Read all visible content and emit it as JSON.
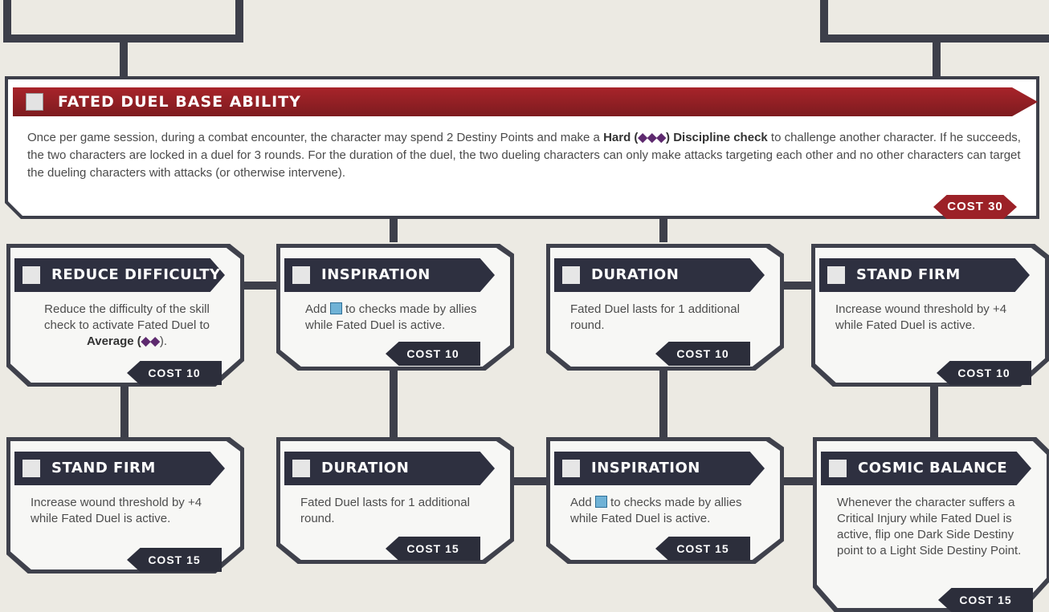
{
  "base": {
    "title": "FATED DUEL BASE ABILITY",
    "desc_1": "Once per game session, during a combat encounter, the character may spend 2 Destiny Points and make a ",
    "check_difficulty": "Hard (",
    "check_dice": "◆◆◆",
    "check_name": ") Discipline check",
    "desc_2": " to challenge another character. If he succeeds, the two characters are locked in a duel for 3 rounds. For the duration of the duel, the two dueling characters can only make attacks targeting each other and no other characters can target the dueling characters with attacks (or otherwise intervene).",
    "cost": "COST 30"
  },
  "cards": [
    {
      "title": "REDUCE DIFFICULTY",
      "text_1": "Reduce the difficulty of the skill check to activate Fated Duel to ",
      "bold": "Average (",
      "dice": "◆◆",
      "text_2": ").",
      "cost": "COST 10"
    },
    {
      "title": "INSPIRATION",
      "text_1": "Add ",
      "dice_icon": "boost-die-icon",
      "text_2": " to checks made by allies while Fated Duel is active.",
      "cost": "COST 10"
    },
    {
      "title": "DURATION",
      "text_1": "Fated Duel lasts for 1 additional round.",
      "cost": "COST 10"
    },
    {
      "title": "STAND FIRM",
      "text_1": "Increase wound threshold by +4 while Fated Duel is active.",
      "cost": "COST 10"
    },
    {
      "title": "STAND FIRM",
      "text_1": "Increase wound threshold by +4 while Fated Duel is active.",
      "cost": "COST 15"
    },
    {
      "title": "DURATION",
      "text_1": "Fated Duel lasts for 1 additional round.",
      "cost": "COST 15"
    },
    {
      "title": "INSPIRATION",
      "text_1": "Add ",
      "dice_icon": "boost-die-icon",
      "text_2": " to checks made by allies while Fated Duel is active.",
      "cost": "COST 15"
    },
    {
      "title": "COSMIC BALANCE",
      "text_1": "Whenever the character suffers a Critical Injury while Fated Duel is active, flip one Dark Side Destiny point to a Light Side Destiny Point.",
      "cost": "COST 15"
    }
  ]
}
